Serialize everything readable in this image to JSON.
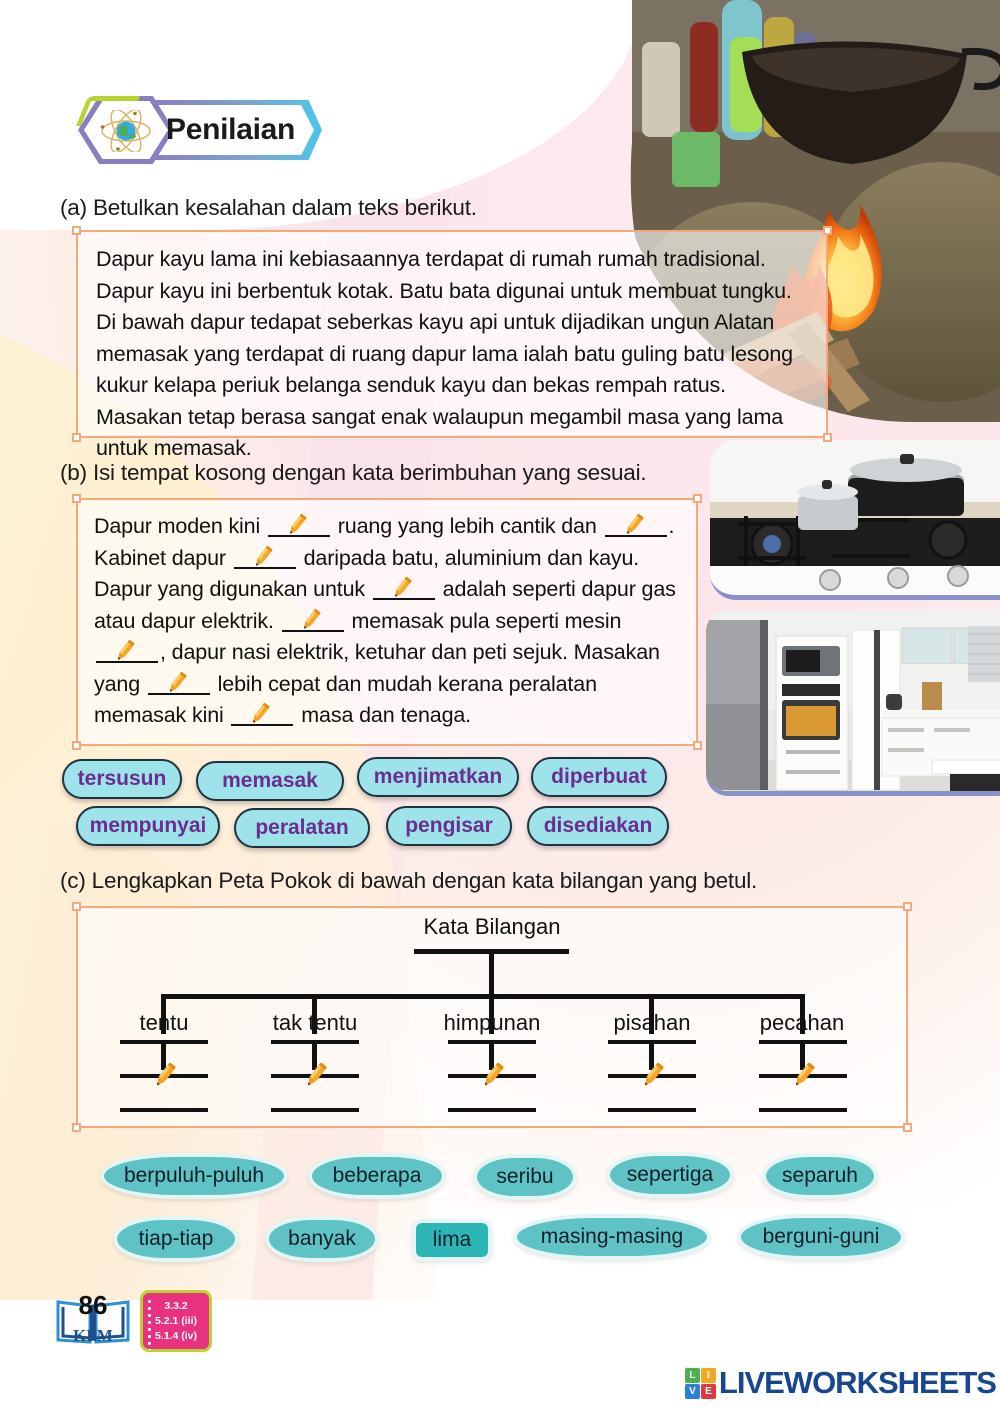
{
  "header": {
    "badge_label": "Penilaian",
    "icon": "globe-atom-icon"
  },
  "sections": {
    "a": {
      "label": "(a) Betulkan kesalahan dalam teks berikut.",
      "passage": "Dapur kayu lama ini kebiasaannya terdapat di rumah rumah tradisional. Dapur kayu ini berbentuk kotak. Batu bata digunai untuk membuat tungku. Di bawah dapur tedapat seberkas kayu api untuk dijadikan ungun Alatan memasak yang terdapat di ruang dapur lama ialah batu guling batu lesong kukur kelapa periuk belanga senduk kayu dan bekas rempah ratus. Masakan tetap berasa sangat enak walaupun megambil masa yang lama untuk memasak."
    },
    "b": {
      "label": "(b) Isi tempat kosong dengan kata berimbuhan yang sesuai.",
      "cloze_parts": [
        "Dapur moden kini ",
        " ruang yang lebih cantik dan ",
        ". Kabinet dapur ",
        " daripada batu, aluminium dan kayu. Dapur yang digunakan untuk ",
        " adalah seperti dapur gas atau dapur elektrik. ",
        " memasak pula seperti mesin ",
        ", dapur nasi elektrik, ketuhar dan peti sejuk. Masakan yang ",
        " lebih cepat dan mudah kerana peralatan memasak kini ",
        " masa dan tenaga."
      ],
      "blank_count": 8,
      "word_bank": [
        "tersusun",
        "memasak",
        "menjimatkan",
        "diperbuat",
        "mempunyai",
        "peralatan",
        "pengisar",
        "disediakan"
      ]
    },
    "c": {
      "label": "(c) Lengkapkan Peta Pokok di bawah dengan kata bilangan yang betul.",
      "tree_title": "Kata Bilangan",
      "tree_nodes": [
        "tentu",
        "tak tentu",
        "himpunan",
        "pisahan",
        "pecahan"
      ],
      "word_bank_row1": [
        "berpuluh-puluh",
        "beberapa",
        "seribu",
        "sepertiga",
        "separuh"
      ],
      "word_bank_row2": [
        "tiap-tiap",
        "banyak",
        "lima",
        "masing-masing",
        "berguni-guni"
      ],
      "selected_word": "lima"
    }
  },
  "footer": {
    "page_number": "86",
    "publisher": "KPM",
    "codes": [
      "3.3.2",
      "5.2.1 (iii)",
      "5.1.4 (iv)"
    ],
    "brand": "LIVEWORKSHEETS",
    "brand_blocks": [
      {
        "letter": "L",
        "color": "#4caf50"
      },
      {
        "letter": "I",
        "color": "#f5a623"
      },
      {
        "letter": "V",
        "color": "#2f7ed8"
      },
      {
        "letter": "E",
        "color": "#e03b3b"
      }
    ]
  },
  "photos": {
    "top_right": "wood-fire-stove-with-wok-photo",
    "mid_right_1": "gas-stove-with-pots-photo",
    "mid_right_2": "modern-kitchen-appliances-photo"
  },
  "colors": {
    "box_border": "#f2a97e",
    "chip_a_bg": "#9fe3ea",
    "chip_a_text": "#6b2d8f",
    "chip_b_bg": "#5fc2c4",
    "chip_b_selected_bg": "#2db6b6",
    "badge_purple": "#8b7ec0",
    "badge_lime": "#b9d430",
    "code_pink": "#e8317f",
    "brand_blue": "#18468f"
  }
}
